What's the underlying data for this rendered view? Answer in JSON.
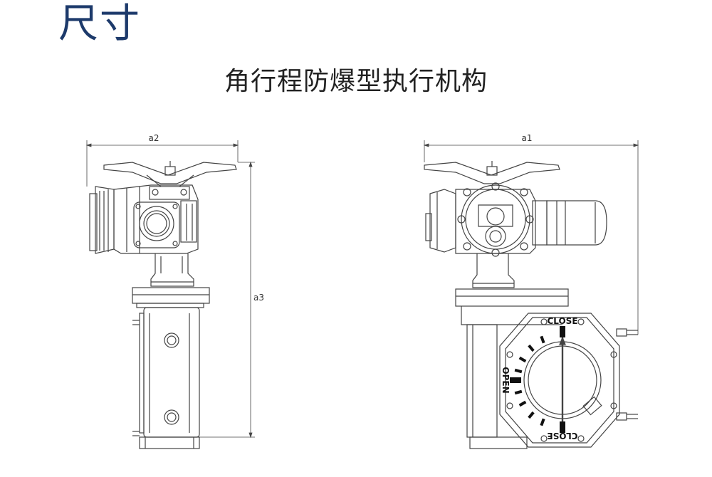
{
  "section_title": "尺寸",
  "subtitle": "角行程防爆型执行机构",
  "dimensions": {
    "a1": "a1",
    "a2": "a2",
    "a3": "a3"
  },
  "dial": {
    "close_top": "CLOSE",
    "close_bottom": "CLOSE",
    "open": "OPEN"
  },
  "colors": {
    "title": "#1d3a6b",
    "line": "#444444",
    "text": "#222222"
  }
}
